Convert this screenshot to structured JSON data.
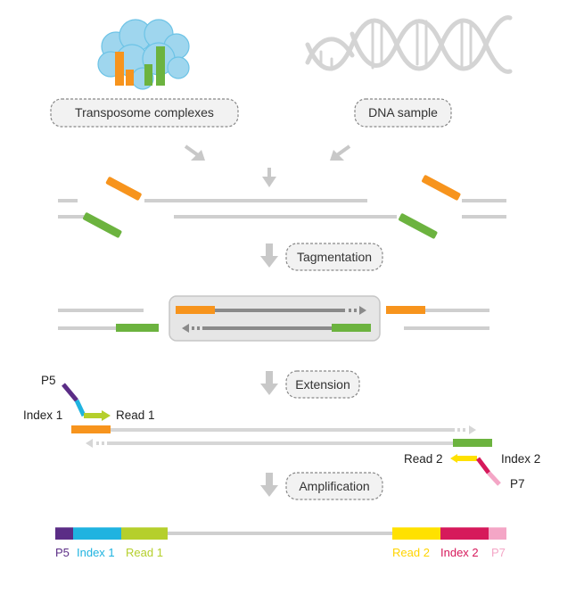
{
  "labels": {
    "transposome": "Transposome complexes",
    "dna": "DNA sample",
    "tagmentation": "Tagmentation",
    "extension": "Extension",
    "amplification": "Amplification"
  },
  "extension_labels": {
    "p5": "P5",
    "index1": "Index 1",
    "read1": "Read 1",
    "read2": "Read 2",
    "index2": "Index 2",
    "p7": "P7"
  },
  "legend": {
    "p5": "P5",
    "index1": "Index 1",
    "read1": "Read 1",
    "read2": "Read 2",
    "index2": "Index 2",
    "p7": "P7"
  },
  "colors": {
    "orange": "#f7941d",
    "green": "#6cb33f",
    "gray_strand": "#cfcfcf",
    "dark_strand": "#8a8a8a",
    "arrow": "#c8c8c8",
    "p5": "#5b2d86",
    "index1": "#1fb3e0",
    "read1": "#b5cf2c",
    "read2": "#ffe100",
    "index2": "#d6195b",
    "p7": "#f4a6c6",
    "cloud": "#9fd6ee"
  }
}
